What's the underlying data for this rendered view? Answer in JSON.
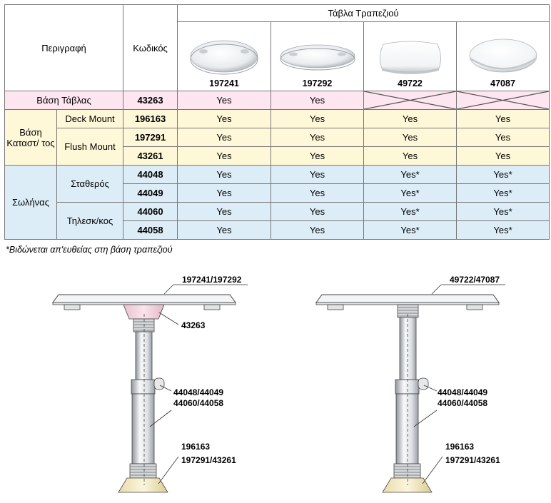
{
  "table": {
    "description_header": "Περιγραφή",
    "code_header": "Κωδικός",
    "table_top_header": "Τάβλα Τραπεζιού",
    "top_codes": [
      "197241",
      "197292",
      "49722",
      "47087"
    ],
    "table_base": {
      "label": "Βάση Τάβλας",
      "code": "43263",
      "values": [
        "Yes",
        "Yes",
        "",
        ""
      ]
    },
    "install_base": {
      "label": "Βάση Καταστ/ τος",
      "groups": [
        {
          "label": "Deck Mount",
          "rows": [
            {
              "code": "196163",
              "values": [
                "Yes",
                "Yes",
                "Yes",
                "Yes"
              ]
            }
          ]
        },
        {
          "label": "Flush Mount",
          "rows": [
            {
              "code": "197291",
              "values": [
                "Yes",
                "Yes",
                "Yes",
                "Yes"
              ]
            },
            {
              "code": "43261",
              "values": [
                "Yes",
                "Yes",
                "Yes",
                "Yes"
              ]
            }
          ]
        }
      ]
    },
    "pipe": {
      "label": "Σωλήνας",
      "groups": [
        {
          "label": "Σταθερός",
          "rows": [
            {
              "code": "44048",
              "values": [
                "Yes",
                "Yes",
                "Yes*",
                "Yes*"
              ]
            },
            {
              "code": "44049",
              "values": [
                "Yes",
                "Yes",
                "Yes*",
                "Yes*"
              ]
            }
          ]
        },
        {
          "label": "Τηλεσκ/κος",
          "rows": [
            {
              "code": "44060",
              "values": [
                "Yes",
                "Yes",
                "Yes*",
                "Yes*"
              ]
            },
            {
              "code": "44058",
              "values": [
                "Yes",
                "Yes",
                "Yes*",
                "Yes*"
              ]
            }
          ]
        }
      ]
    }
  },
  "footnote": "*Βιδώνεται απ'ευθείας στη βάση τραπεζιού",
  "diagram_left": {
    "top_label": "197241/197292",
    "base_adapter_label": "43263",
    "pipe_label_1": "44048/44049",
    "pipe_label_2": "44060/44058",
    "mount_label_1": "196163",
    "mount_label_2": "197291/43261"
  },
  "diagram_right": {
    "top_label": "49722/47087",
    "pipe_label_1": "44048/44049",
    "pipe_label_2": "44060/44058",
    "mount_label_1": "196163",
    "mount_label_2": "197291/43261"
  },
  "colors": {
    "table_base_row": "#fde6ef",
    "install_base_rows": "#fef8d9",
    "pipe_rows": "#dcedf8",
    "grid": "#777777"
  }
}
